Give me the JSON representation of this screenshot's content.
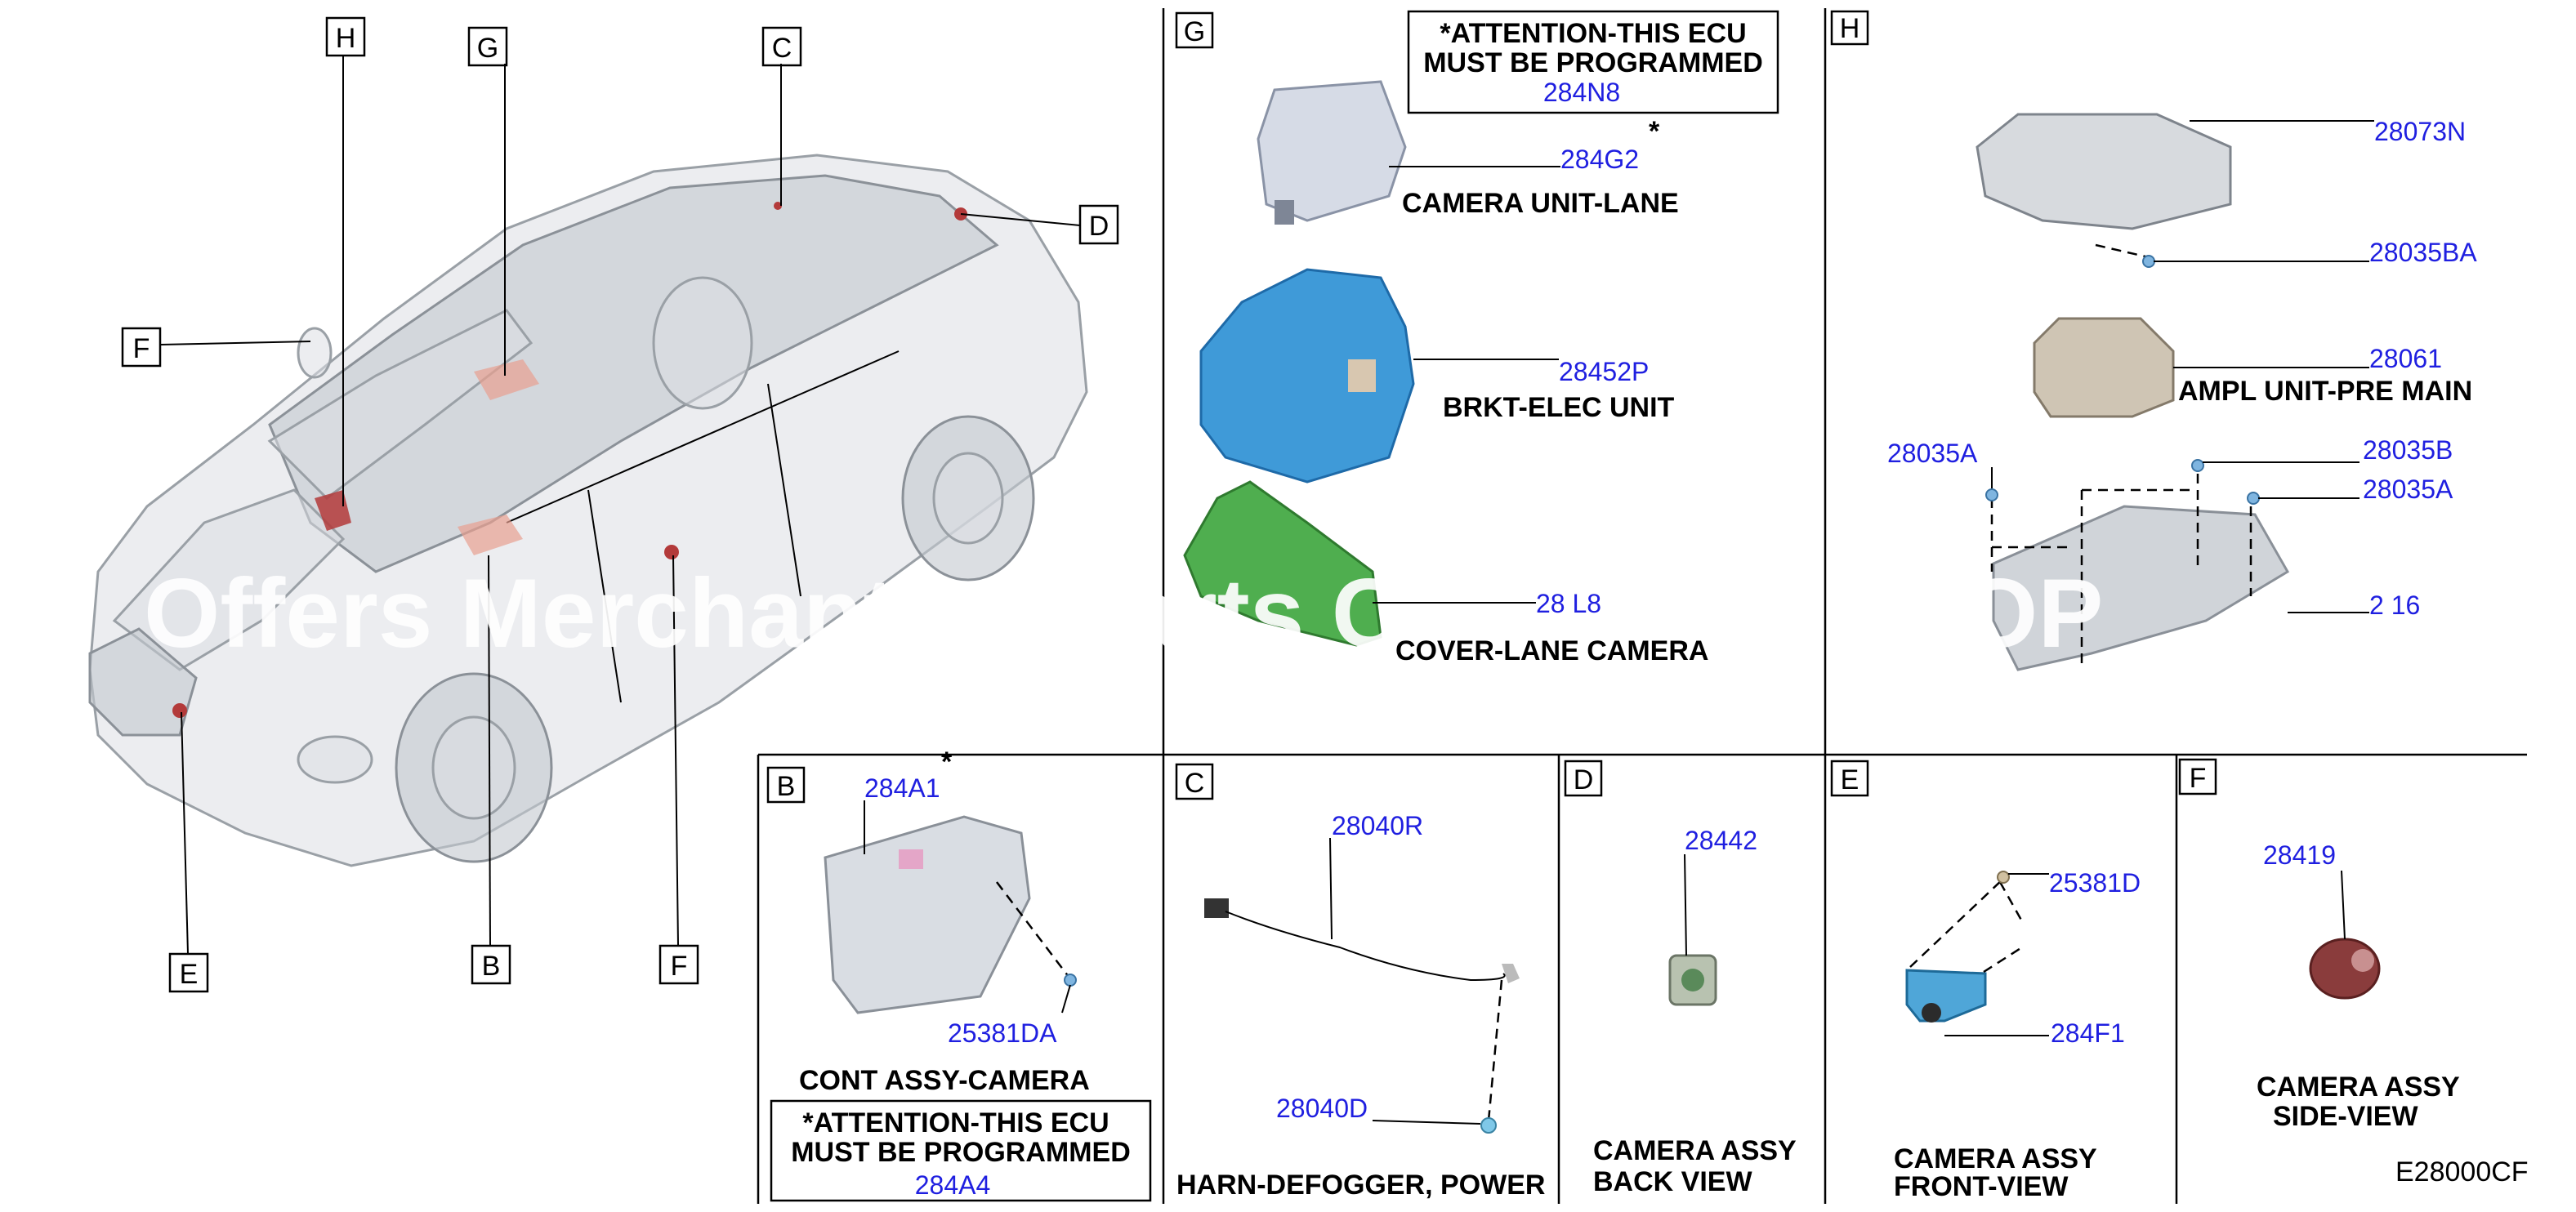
{
  "diagram": {
    "code": "E28000CF",
    "watermark": "Offers Merchant      Parts C                STOP",
    "overview": {
      "callouts": [
        "H",
        "G",
        "C",
        "D",
        "F",
        "E",
        "B",
        "F"
      ]
    },
    "panel_g": {
      "letter": "G",
      "attention_line1": "*ATTENTION-THIS ECU",
      "attention_line2": "MUST BE PROGRAMMED",
      "attention_part": "284N8",
      "asterisk": "*",
      "parts": [
        {
          "number": "284G2",
          "name": "CAMERA UNIT-LANE"
        },
        {
          "number": "28452P",
          "name": "BRKT-ELEC UNIT"
        },
        {
          "number": "28 L8",
          "name": "COVER-LANE CAMERA"
        }
      ]
    },
    "panel_h": {
      "letter": "H",
      "parts": [
        {
          "number": "28073N",
          "name": ""
        },
        {
          "number": "28035BA",
          "name": ""
        },
        {
          "number": "28061",
          "name": "AMPL UNIT-PRE MAIN"
        },
        {
          "number": "28035A",
          "name": ""
        },
        {
          "number": "28035B",
          "name": ""
        },
        {
          "number": "28035A",
          "name": ""
        },
        {
          "number": "2 16",
          "name": ""
        }
      ]
    },
    "panel_b": {
      "letter": "B",
      "asterisk": "*",
      "parts": [
        {
          "number": "284A1"
        },
        {
          "number": "25381DA"
        }
      ],
      "name": "CONT ASSY-CAMERA",
      "attention_line1": "*ATTENTION-THIS ECU",
      "attention_line2": "MUST BE PROGRAMMED",
      "attention_part": "284A4"
    },
    "panel_c": {
      "letter": "C",
      "parts": [
        {
          "number": "28040R"
        },
        {
          "number": "28040D"
        }
      ],
      "name": "HARN-DEFOGGER, POWER"
    },
    "panel_d": {
      "letter": "D",
      "parts": [
        {
          "number": "28442"
        }
      ],
      "name_line1": "CAMERA ASSY",
      "name_line2": "BACK VIEW"
    },
    "panel_e": {
      "letter": "E",
      "parts": [
        {
          "number": "25381D"
        },
        {
          "number": "284F1"
        }
      ],
      "name_line1": "CAMERA ASSY",
      "name_line2": "FRONT-VIEW"
    },
    "panel_f": {
      "letter": "F",
      "parts": [
        {
          "number": "28419"
        }
      ],
      "name_line1": "CAMERA ASSY",
      "name_line2": "SIDE-VIEW"
    }
  }
}
